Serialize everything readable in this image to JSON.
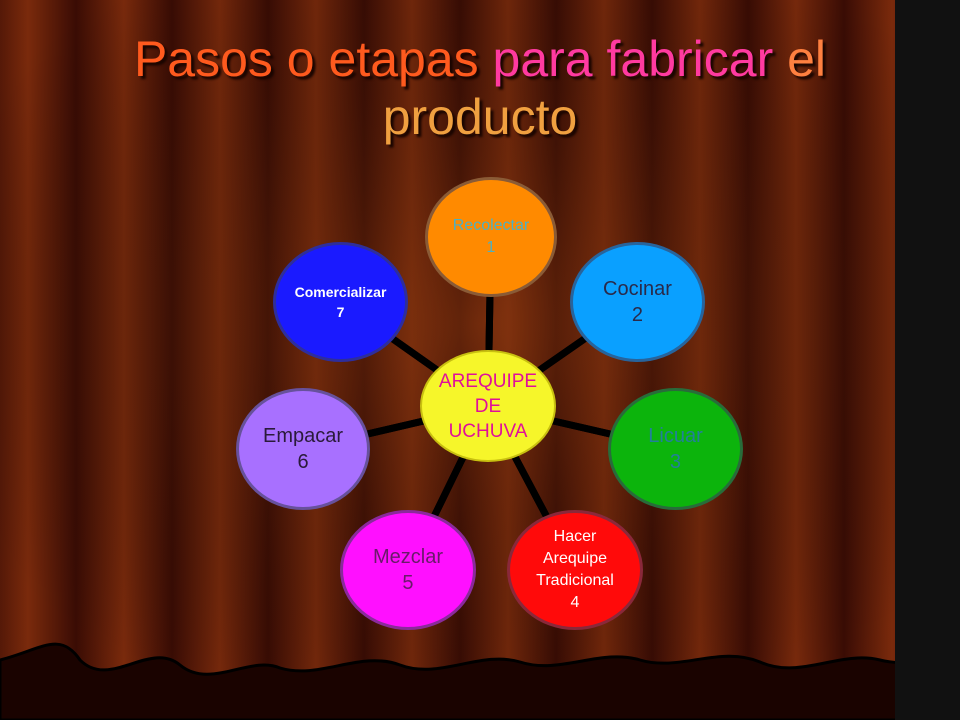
{
  "title": {
    "parts": [
      {
        "text": "Pasos o etapas ",
        "color": "#ff5a1e"
      },
      {
        "text": "para fabricar ",
        "color": "#ff3aa0"
      },
      {
        "text": "el",
        "color": "#ff8040"
      },
      {
        "text": "producto",
        "color": "#f0a040"
      }
    ]
  },
  "diagram": {
    "center": {
      "label": "AREQUIPE\nDE\nUCHUVA",
      "fill": "#f6f62a",
      "text_color": "#e0109a"
    },
    "nodes": [
      {
        "id": "recolectar",
        "label": "Recolectar\n1",
        "fill": "#ff8a00",
        "text_color": "#4fb0c0"
      },
      {
        "id": "cocinar",
        "label": "Cocinar\n2",
        "fill": "#0aa0ff",
        "text_color": "#2a2a4a"
      },
      {
        "id": "licuar",
        "label": "Licuar\n3",
        "fill": "#0cb40c",
        "text_color": "#22809a"
      },
      {
        "id": "hacer-arequipe",
        "label": "Hacer\nArequipe\nTradicional\n4",
        "fill": "#ff0a0a",
        "text_color": "#ffffff"
      },
      {
        "id": "mezclar",
        "label": "Mezclar\n5",
        "fill": "#ff10ff",
        "text_color": "#6a1a6a"
      },
      {
        "id": "empacar",
        "label": "Empacar\n6",
        "fill": "#a870ff",
        "text_color": "#2a1a3a"
      },
      {
        "id": "comercializar",
        "label": "Comercializar\n7",
        "fill": "#1a1aff",
        "text_color": "#ffffff"
      }
    ]
  }
}
